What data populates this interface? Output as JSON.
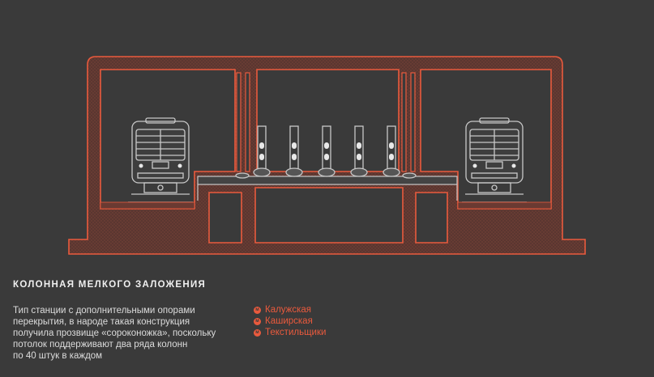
{
  "colors": {
    "background": "#3a3a3a",
    "structure": "#ea5a3d",
    "structure_fill": "#5e3a34",
    "line_art": "#c8c8c8",
    "accent_text": "#ea5a3d"
  },
  "caption": {
    "title": "Колонная мелкого заложения",
    "description_lines": [
      "Тип станции с дополнительными опорами",
      "перекрытия, в народе такая конструкция",
      "получила прозвище «сороконожка», поскольку",
      "потолок поддерживают два ряда колонн",
      "по 40 штук в каждом"
    ]
  },
  "legend": {
    "icon": "metro-icon",
    "icon_glyph": "м",
    "stations": [
      "Калужская",
      "Каширская",
      "Текстильщики"
    ]
  }
}
